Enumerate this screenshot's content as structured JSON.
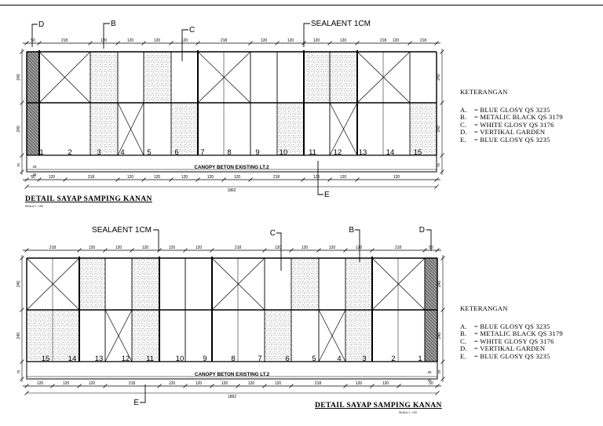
{
  "panel1": {
    "title": "DETAIL SAYAP SAMPING KANAN",
    "scale": "SKALA   1 : 100",
    "canopy": "CANOPY BETON EXISTING LT.2",
    "sealant": "SEALAENT 1CM",
    "tags": [
      "D",
      "B",
      "C",
      "E"
    ],
    "numbers": [
      "1",
      "2",
      "3",
      "4",
      "5",
      "6",
      "7",
      "8",
      "9",
      "10",
      "11",
      "12",
      "13",
      "14",
      "15"
    ],
    "dim_top": [
      "50",
      "218",
      "120",
      "120",
      "120",
      "120",
      "218",
      "120",
      "120",
      "120",
      "120",
      "218",
      "120",
      "218"
    ],
    "dim_bottom": [
      "50",
      "120",
      "218",
      "120",
      "120",
      "120",
      "120",
      "120",
      "218",
      "120",
      "120",
      "120"
    ],
    "total": "1862",
    "height_upper": "240",
    "height_lower": "240",
    "small": [
      "25",
      "25",
      "75"
    ]
  },
  "panel2": {
    "title": "DETAIL SAYAP SAMPING KANAN",
    "scale": "SKALA   1 : 100",
    "canopy": "CANOPY BETON EXISTING LT.2",
    "sealant": "SEALAENT 1CM",
    "tags": [
      "C",
      "B",
      "D",
      "E"
    ],
    "numbers": [
      "15",
      "14",
      "13",
      "12",
      "11",
      "10",
      "9",
      "8",
      "7",
      "6",
      "5",
      "4",
      "3",
      "2",
      "1"
    ],
    "dim_top": [
      "218",
      "120",
      "120",
      "120",
      "120",
      "120",
      "218",
      "120",
      "120",
      "120",
      "120",
      "218",
      "50"
    ],
    "dim_bottom": [
      "120",
      "120",
      "120",
      "218",
      "120",
      "120",
      "120",
      "120",
      "120",
      "218",
      "120",
      "120",
      "50"
    ],
    "total": "1862",
    "height_upper": "240",
    "height_lower": "240",
    "small": [
      "25",
      "25",
      "75"
    ]
  },
  "legend": {
    "heading": "KETERANGAN",
    "items": [
      {
        "key": "A.",
        "text": "= BLUE GLOSY QS 3235"
      },
      {
        "key": "B.",
        "text": "= METALIC BLACK QS 3179"
      },
      {
        "key": "C.",
        "text": "= WHITE GLOSY QS 3176"
      },
      {
        "key": "D.",
        "text": "= VERTIKAL GARDEN"
      },
      {
        "key": "E.",
        "text": "= BLUE GLOSY QS 3235"
      }
    ]
  },
  "fills": {
    "p1_upper": [
      "D",
      "X",
      "S",
      "W",
      "S",
      "W",
      "X",
      "W",
      "W",
      "S",
      "S",
      "X",
      "W"
    ],
    "p1_lower": [
      "D",
      "W",
      "S",
      "X",
      "W",
      "S",
      "W",
      "W",
      "S",
      "W",
      "X",
      "W",
      "S"
    ],
    "p2_upper": [
      "X",
      "S",
      "W",
      "S",
      "W",
      "W",
      "X",
      "W",
      "S",
      "W",
      "S",
      "X",
      "D"
    ],
    "p2_lower": [
      "S",
      "W",
      "X",
      "S",
      "W",
      "W",
      "W",
      "S",
      "W",
      "X",
      "S",
      "W",
      "D"
    ]
  }
}
